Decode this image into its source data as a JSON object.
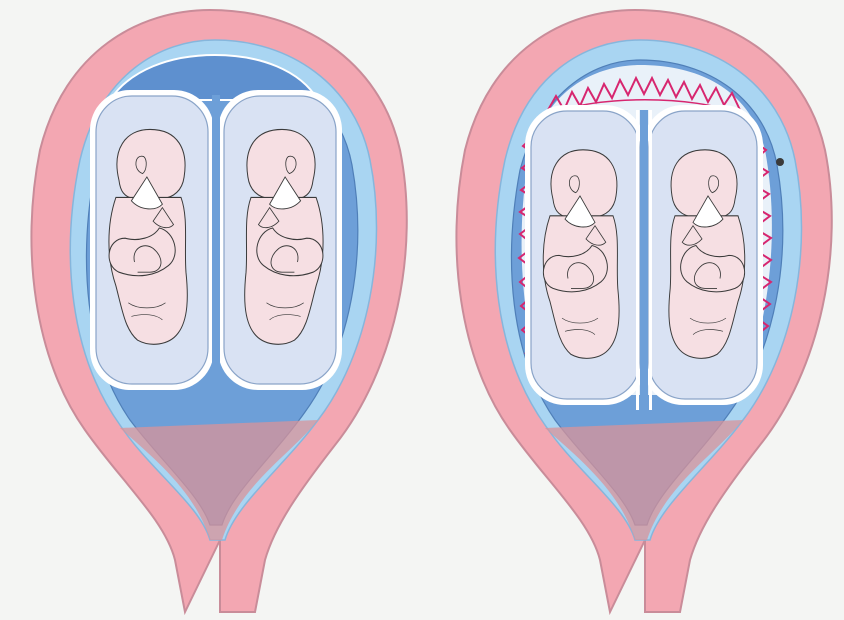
{
  "figure": {
    "panels": [
      {
        "id": "left",
        "placenta": "shared"
      },
      {
        "id": "right",
        "placenta": "shared"
      }
    ],
    "colors": {
      "background": "#f4f5f3",
      "uterus_wall": "#f3a7b2",
      "uterus_outline": "#c98c99",
      "amniotic_fluid": "#6d9fd8",
      "membrane": "#a9d5f2",
      "sac": "#d9e2f3",
      "fetus": "#f6dfe3",
      "outline": "#3a3a3a",
      "placenta_villi": "#d7266f",
      "cervix": "#d9939a"
    },
    "icons": [
      "uterus-icon",
      "fetus-icon",
      "placenta-icon"
    ]
  }
}
